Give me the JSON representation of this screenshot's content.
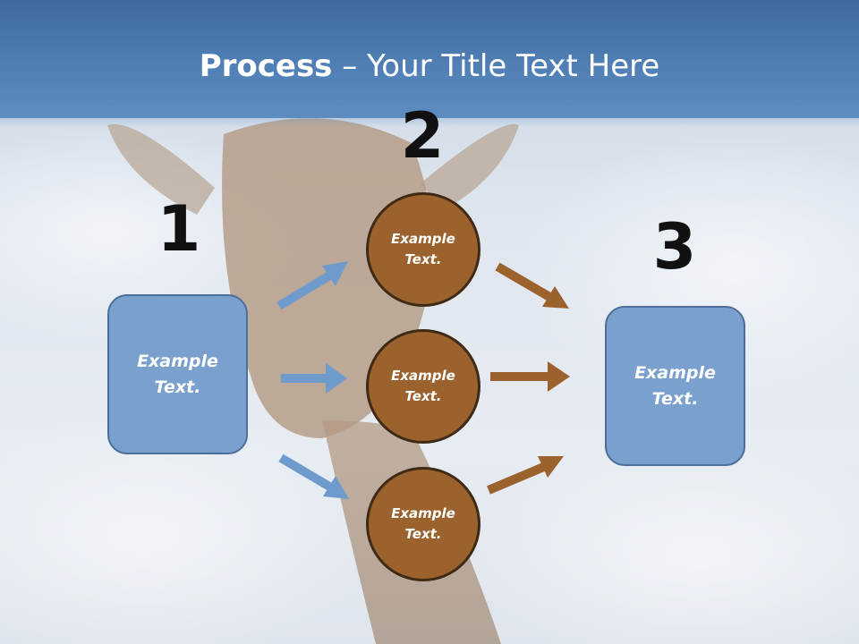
{
  "title": {
    "bold": "Process",
    "rest": " – Your Title Text Here"
  },
  "steps": {
    "one": "1",
    "two": "2",
    "three": "3"
  },
  "left_box": {
    "text": "Example\nText."
  },
  "right_box": {
    "text": "Example\nText."
  },
  "circles": [
    {
      "text": "Example\nText."
    },
    {
      "text": "Example\nText."
    },
    {
      "text": "Example\nText."
    }
  ],
  "colors": {
    "title_bar": "#4f7fb5",
    "box_fill": "#7aa1cd",
    "box_border": "#4b6f98",
    "circle_fill": "#9b622d",
    "circle_border": "#3f2a16",
    "blue_arrow": "#6f9bcc",
    "brown_arrow": "#9b622d"
  }
}
